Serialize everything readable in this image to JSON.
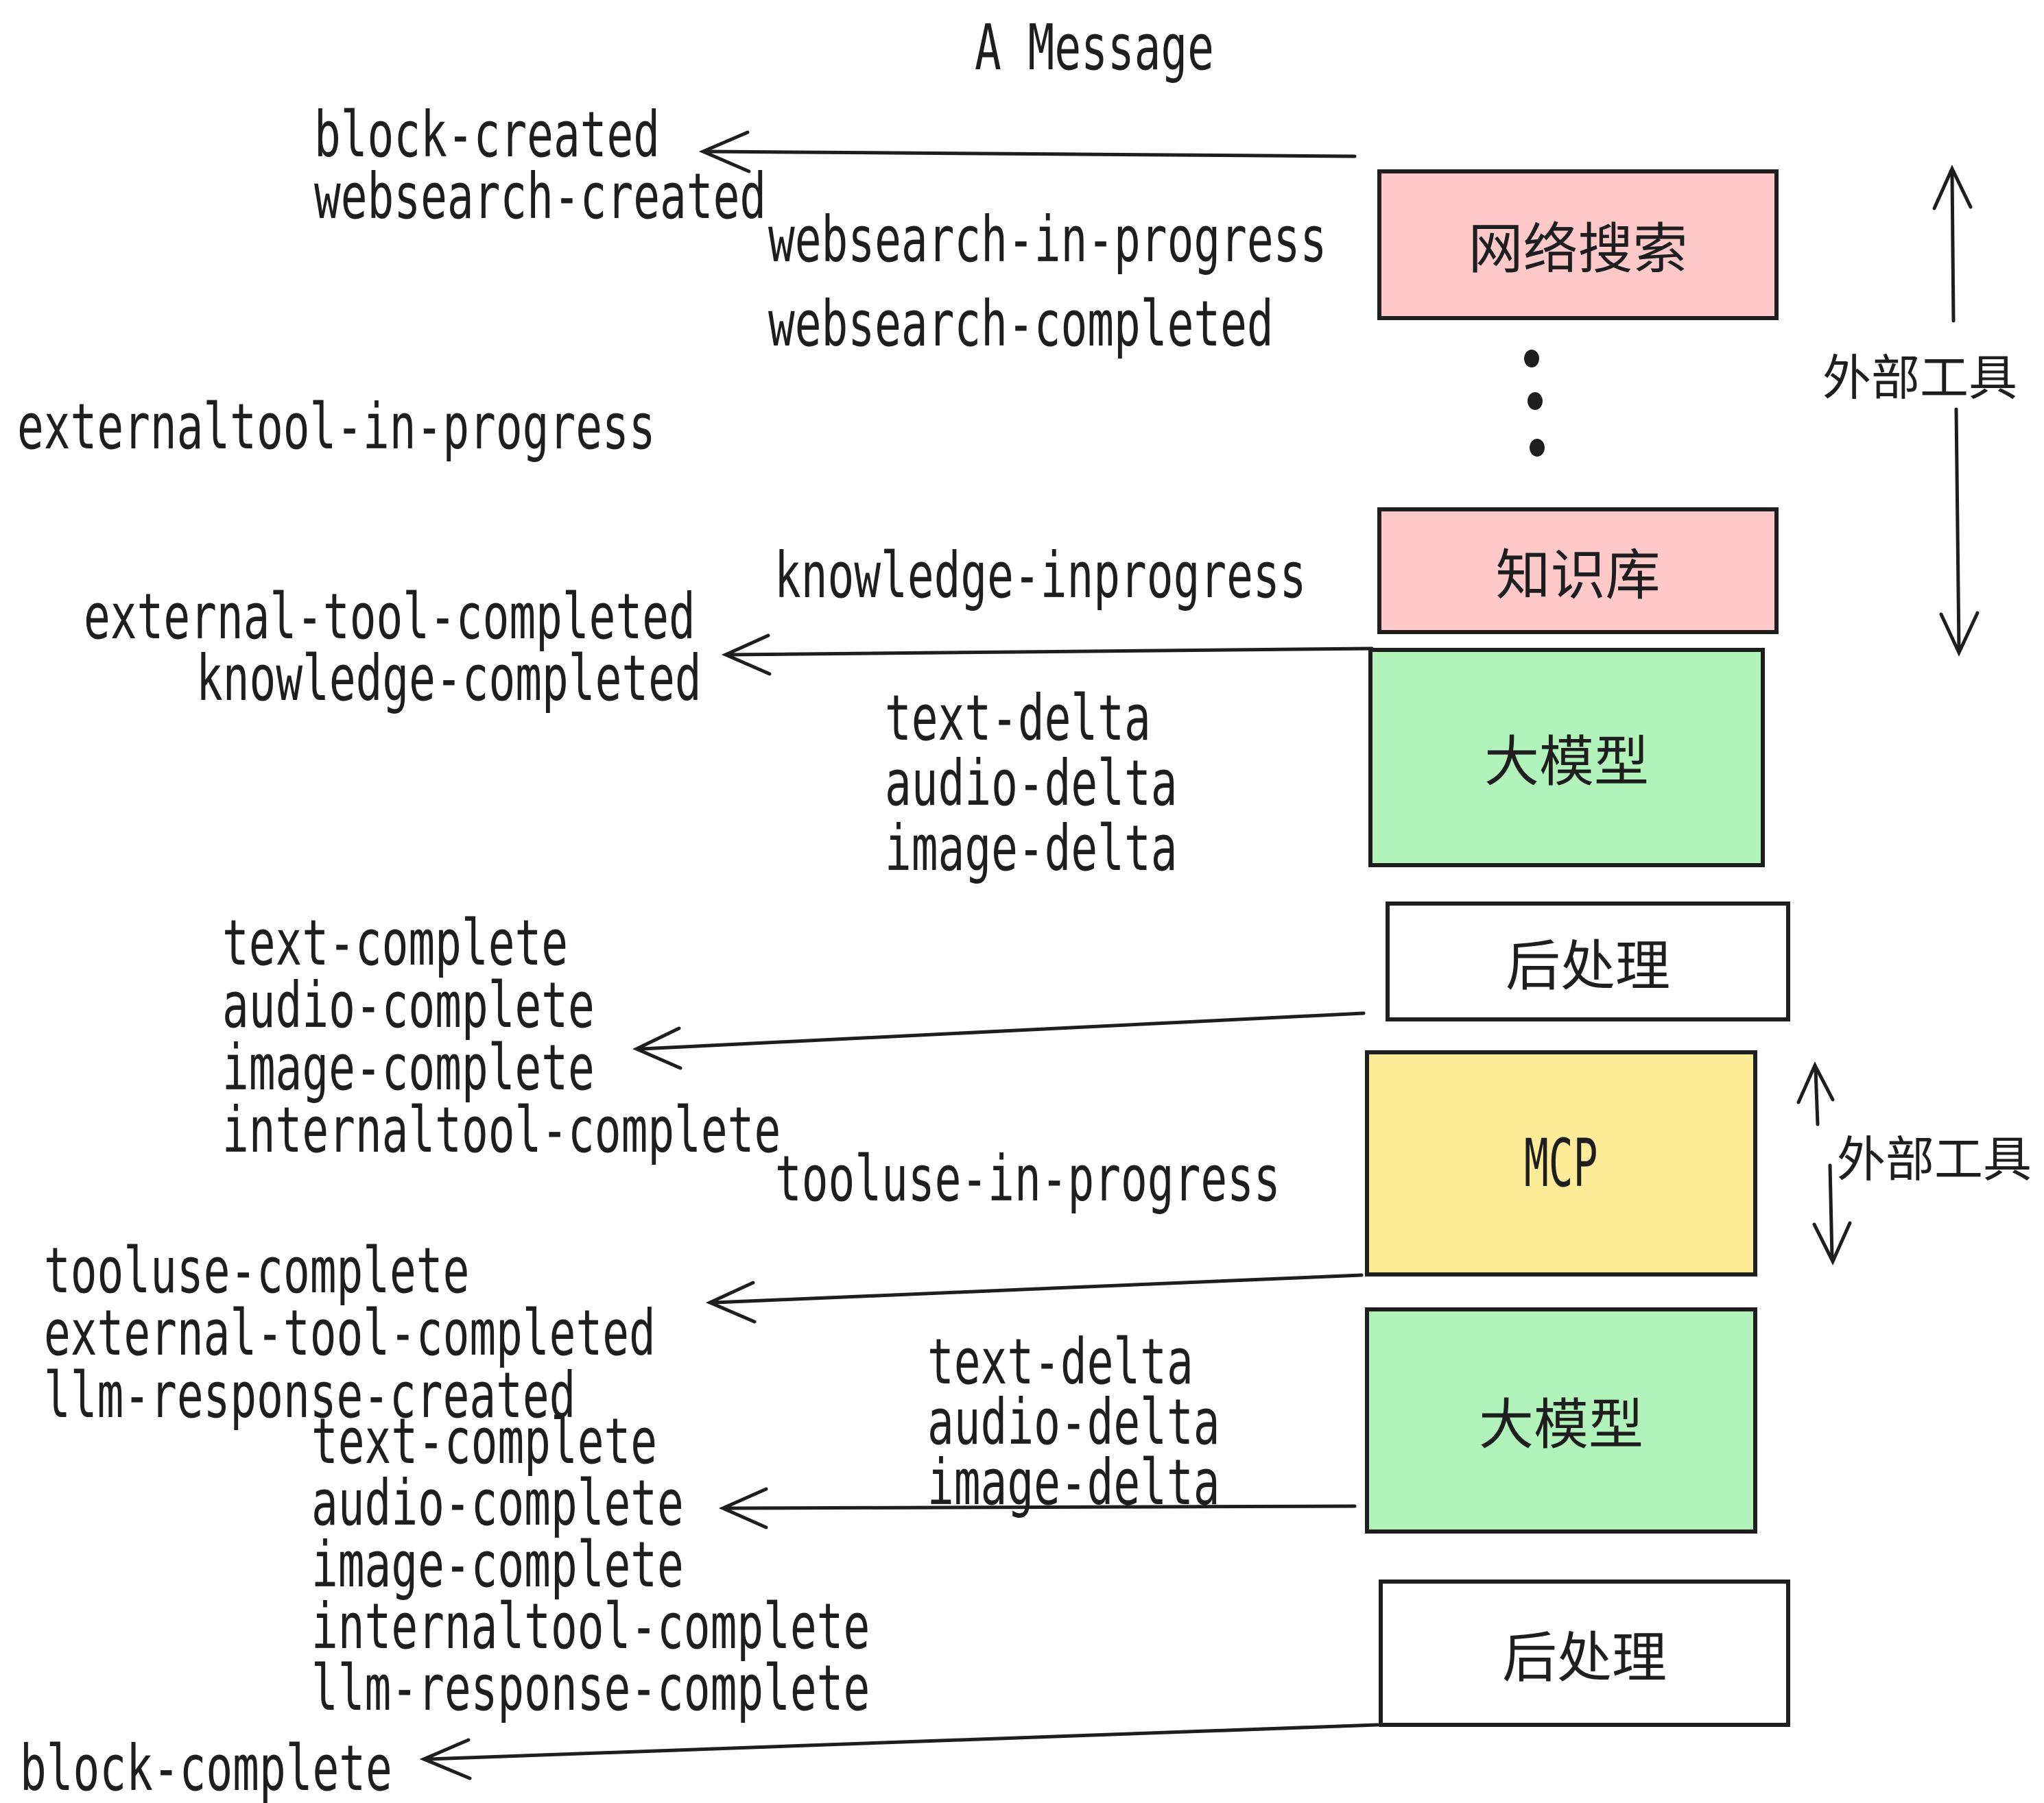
{
  "title": "A Message",
  "colors": {
    "pink": "#ffc9c9",
    "green": "#b2f2bb",
    "yellow": "#ffec99",
    "white": "#ffffff",
    "stroke": "#1e1e1e"
  },
  "boxes": {
    "websearch": "网络搜索",
    "knowledge": "知识库",
    "llm1": "大模型",
    "post1": "后处理",
    "mcp": "MCP",
    "llm2": "大模型",
    "post2": "后处理"
  },
  "side_labels": {
    "external_tools_top": "外部工具",
    "external_tools_mcp": "外部工具"
  },
  "events": {
    "block_created": "block-created",
    "websearch_created": "websearch-created",
    "websearch_in_progress": "websearch-in-progress",
    "websearch_completed": "websearch-completed",
    "externaltool_in_progress": "externaltool-in-progress",
    "knowledge_inprogress": "knowledge-inprogress",
    "external_tool_completed": "external-tool-completed",
    "knowledge_completed": "knowledge-completed",
    "delta_group_1": [
      "text-delta",
      "audio-delta",
      "image-delta"
    ],
    "complete_group_1": [
      "text-complete",
      "audio-complete",
      "image-complete",
      "internaltool-complete"
    ],
    "tooluse_in_progress": "tooluse-in-progress",
    "tooluse_group": [
      "tooluse-complete",
      "external-tool-completed",
      "llm-response-created"
    ],
    "delta_group_2": [
      "text-delta",
      "audio-delta",
      "image-delta"
    ],
    "complete_group_2": [
      "text-complete",
      "audio-complete",
      "image-complete",
      "internaltool-complete",
      "llm-response-complete"
    ],
    "block_complete": "block-complete"
  }
}
